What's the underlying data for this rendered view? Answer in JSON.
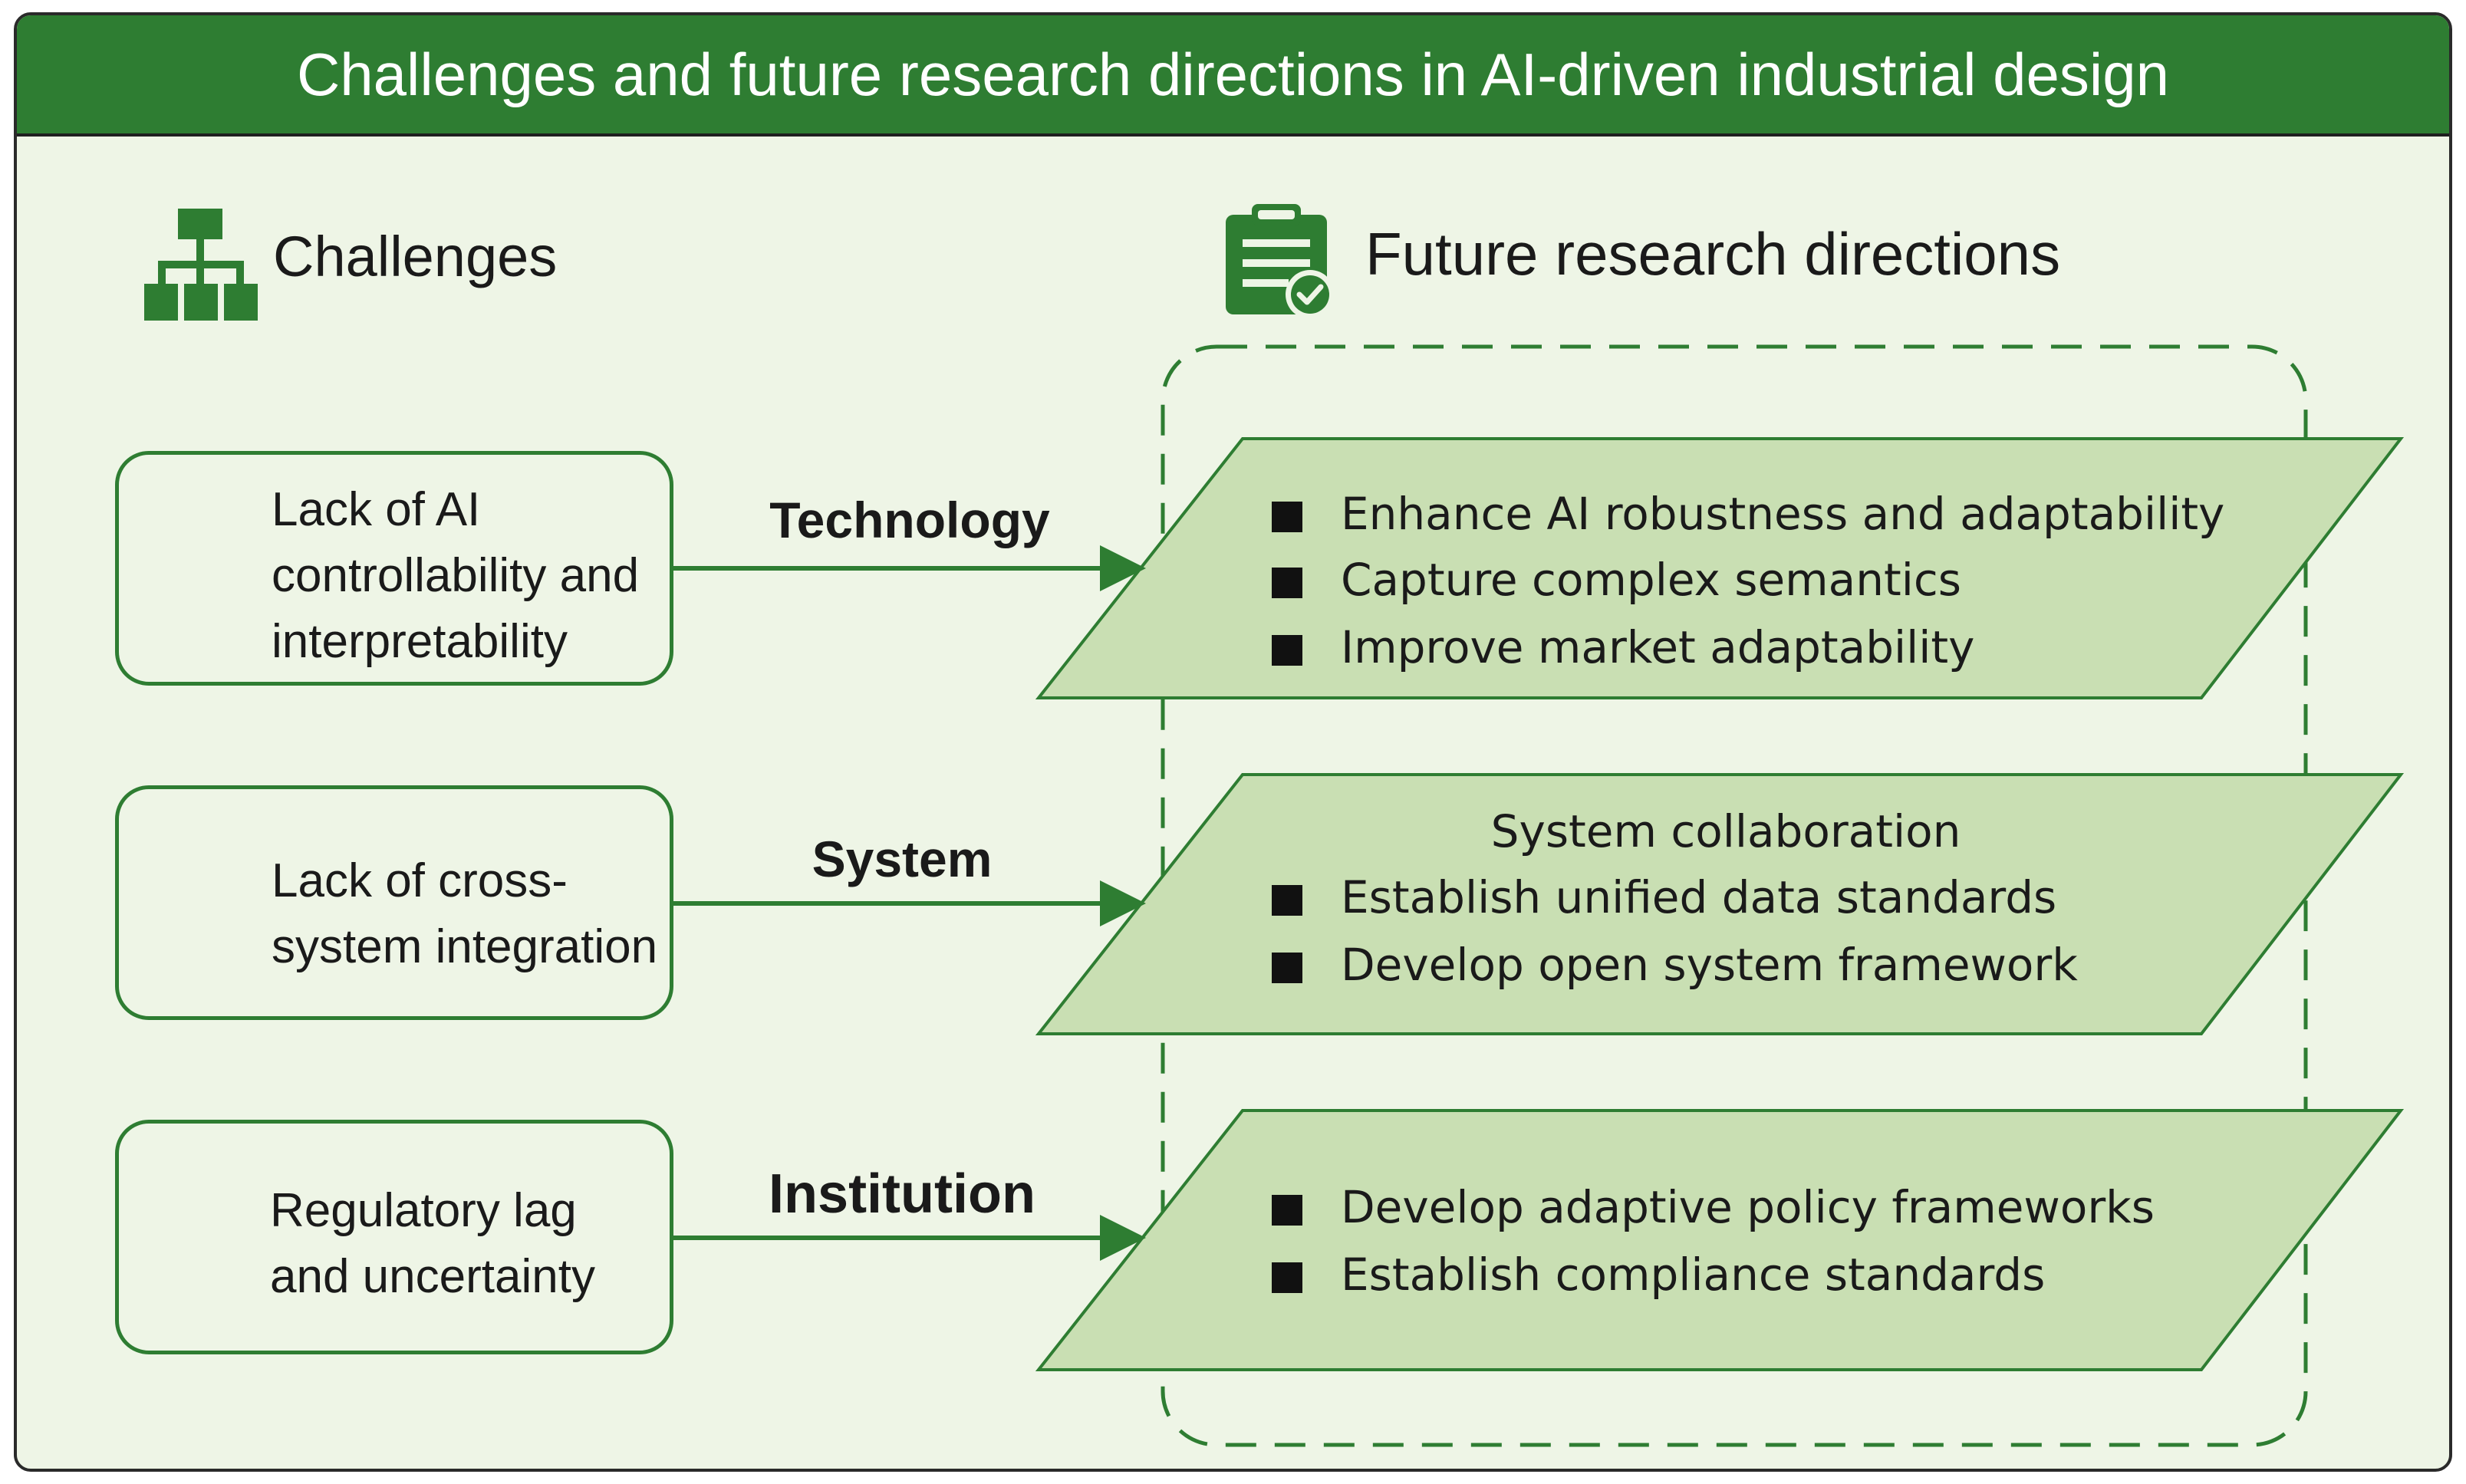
{
  "title": "Challenges and future research directions in AI-driven industrial design",
  "colors": {
    "header_green": "#2e7d32",
    "panel_bg": "#eef5e6",
    "parallelogram_fill": "#c9dfb3",
    "icon_green": "#2e7d32"
  },
  "challenges_header": {
    "label": "Challenges",
    "icon": "org-chart-icon"
  },
  "directions_header": {
    "label": "Future research directions",
    "icon": "clipboard-check-icon"
  },
  "rows": [
    {
      "challenge": "Lack of AI\ncontrollability and\ninterpretability",
      "challenge_icon": "wrench-icon",
      "connector": "Technology",
      "heading": "",
      "items": [
        "Enhance AI robustness and adaptability",
        "Capture complex semantics",
        "Improve market adaptability"
      ]
    },
    {
      "challenge": "Lack of cross-\nsystem integration",
      "challenge_icon": "network-cycle-icon",
      "connector": "System",
      "heading": "System collaboration",
      "items": [
        "Establish unified data standards",
        "Develop open system framework"
      ]
    },
    {
      "challenge": "Regulatory lag\nand uncertainty",
      "challenge_icon": "document-search-icon",
      "connector": "Institution",
      "heading": "",
      "items": [
        "Develop adaptive policy frameworks",
        "Establish compliance standards"
      ]
    }
  ]
}
